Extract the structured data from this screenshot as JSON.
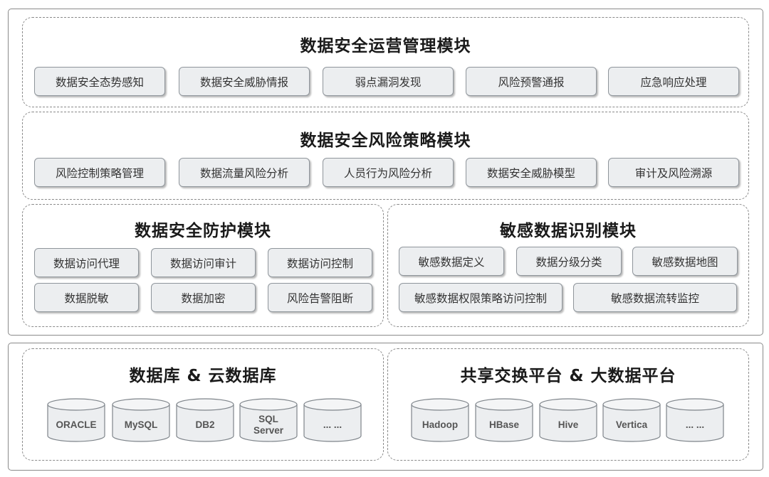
{
  "top_section": {
    "ops": {
      "title": "数据安全运营管理模块",
      "items": [
        "数据安全态势感知",
        "数据安全威胁情报",
        "弱点漏洞发现",
        "风险预警通报",
        "应急响应处理"
      ]
    },
    "risk": {
      "title": "数据安全风险策略模块",
      "items": [
        "风险控制策略管理",
        "数据流量风险分析",
        "人员行为风险分析",
        "数据安全威胁模型",
        "审计及风险溯源"
      ]
    },
    "protect": {
      "title": "数据安全防护模块",
      "items": [
        "数据访问代理",
        "数据访问审计",
        "数据访问控制",
        "数据脱敏",
        "数据加密",
        "风险告警阻断"
      ]
    },
    "sensitive": {
      "title": "敏感数据识别模块",
      "items": [
        "敏感数据定义",
        "数据分级分类",
        "敏感数据地图",
        "敏感数据权限策略访问控制",
        "敏感数据流转监控"
      ]
    }
  },
  "bottom_section": {
    "databases": {
      "title": "数据库 & 云数据库",
      "items": [
        "ORACLE",
        "MySQL",
        "DB2",
        "SQL\nServer",
        "... ..."
      ]
    },
    "platforms": {
      "title": "共享交换平台 & 大数据平台",
      "items": [
        "Hadoop",
        "HBase",
        "Hive",
        "Vertica",
        "... ..."
      ]
    }
  }
}
